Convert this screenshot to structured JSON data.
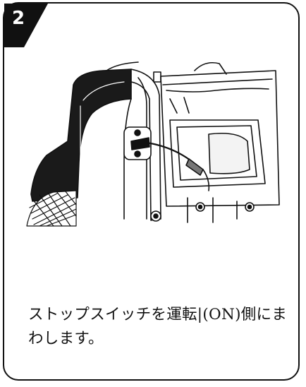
{
  "step": {
    "number": "2"
  },
  "illustration": {
    "subject": "engine-stop-switch"
  },
  "instruction": {
    "text": "ストップスイッチを運転|(ON)側にまわします。"
  }
}
